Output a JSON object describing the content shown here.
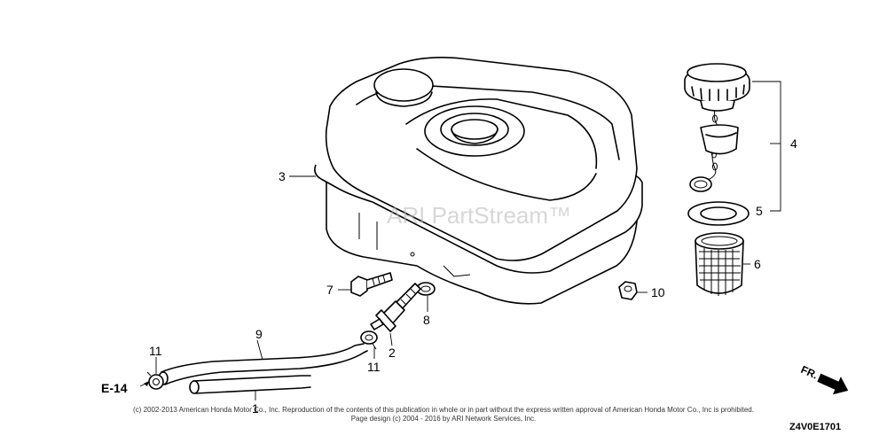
{
  "callouts": {
    "p1": "1",
    "p2": "2",
    "p3": "3",
    "p4": "4",
    "p5": "5",
    "p6": "6",
    "p7": "7",
    "p8": "8",
    "p9": "9",
    "p10": "10",
    "p11a": "11",
    "p11b": "11"
  },
  "reference": {
    "e14": "E-14",
    "fr": "FR."
  },
  "watermark": "ARI PartStream™",
  "copyright": {
    "line1": "(c) 2002-2013 American Honda Motor Co., Inc. Reproduction of the contents of this publication in whole or in part without the express written approval of American Honda Motor Co., Inc is prohibited.",
    "line2": "Page design (c) 2004 - 2016 by ARI Network Services, Inc."
  },
  "diagram_code": "Z4V0E1701"
}
